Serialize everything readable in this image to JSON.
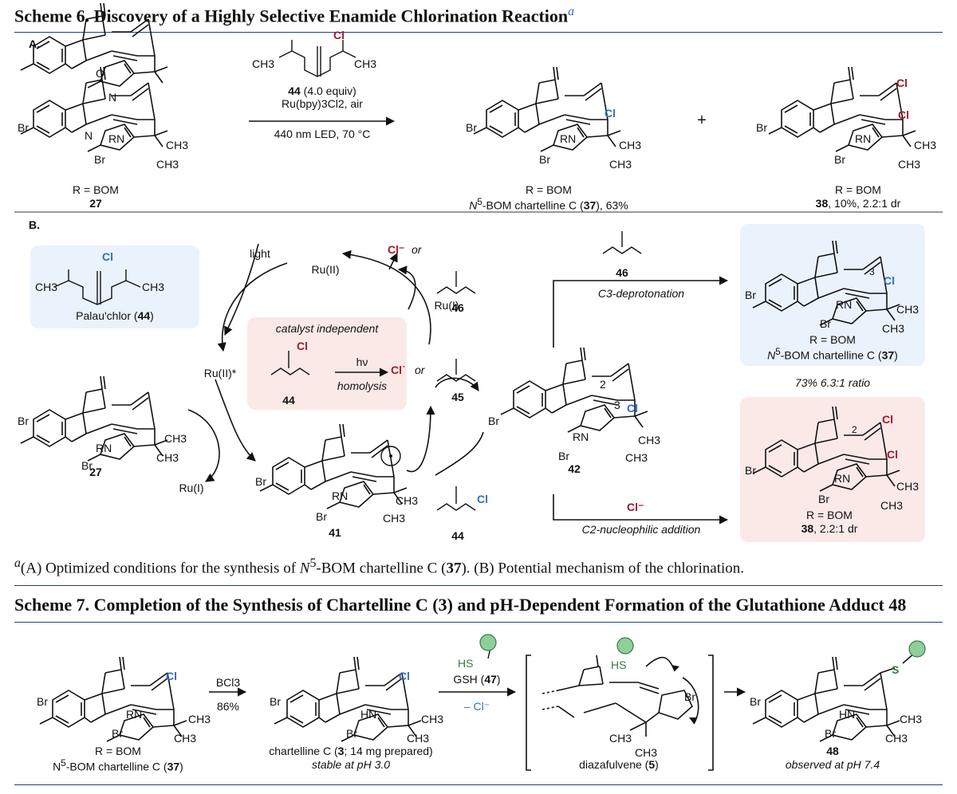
{
  "scheme6": {
    "title": "Scheme 6. Discovery of a Highly Selective Enamide Chlorination Reaction",
    "title_sup": "a",
    "panelA": "A.",
    "panelB": "B.",
    "a_start_label": "R = BOM",
    "a_start_num": "27",
    "a_reagent_num": "44",
    "a_reagent_equiv": " (4.0 equiv)",
    "a_catalyst": "Ru(bpy)3Cl2, air",
    "a_conditions": "440 nm LED, 70 °C",
    "a_product1_r": "R = BOM",
    "a_product1_name_prefix": "N",
    "a_product1_name_sup": "5",
    "a_product1_name": "-BOM chartelline C (",
    "a_product1_num": "37",
    "a_product1_yield": "), 63%",
    "plus": "+",
    "a_product2_r": "R = BOM",
    "a_product2_num": "38",
    "a_product2_yield": ", 10%, 2.2:1 dr",
    "b_palau_label": "Palau'chlor (",
    "b_palau_num": "44",
    "b_light": "light",
    "b_ru2": "Ru(II)",
    "b_ru2star": "Ru(II)*",
    "b_ru1_top": "Ru(I)",
    "b_ru1_bottom": "Ru(I)",
    "b_cl_minus": "Cl⁻",
    "b_or1": "or",
    "b_num46_top": "46",
    "b_catalyst_independent": "catalyst independent",
    "b_hv": "hν",
    "b_homolysis": "homolysis",
    "b_num44_box": "44",
    "b_cl_radical": "Cl˙",
    "b_or2": "or",
    "b_num45": "45",
    "b_num27": "27",
    "b_num41": "41",
    "b_num42": "42",
    "b_num44_bottom": "44",
    "b_num46_right": "46",
    "b_c3_deprotonation": "C3-deprotonation",
    "b_c2_addition": "C2-nucleophilic addition",
    "b_cl_minus_arrow": "Cl⁻",
    "b_ratio": "73% 6.3:1 ratio",
    "b_top_product_r": "R = BOM",
    "b_top_product_prefix": "N",
    "b_top_product_sup": "5",
    "b_top_product_name": "-BOM chartelline C (",
    "b_top_product_num": "37",
    "b_top_product_close": ")",
    "b_bottom_product_r": "R = BOM",
    "b_bottom_product_num": "38",
    "b_bottom_product_dr": ", 2.2:1 dr",
    "footnote_sup": "a",
    "footnote_text1": "(A) Optimized conditions for the synthesis of ",
    "footnote_n": "N",
    "footnote_n_sup": "5",
    "footnote_text2": "-BOM chartelline C (",
    "footnote_num": "37",
    "footnote_text3": "). (B) Potential mechanism of the chlorination."
  },
  "scheme7": {
    "title": "Scheme 7. Completion of the Synthesis of Chartelline C (3) and pH-Dependent Formation of the Glutathione Adduct 48",
    "s1_r": "R = BOM",
    "s1_name_prefix": "N",
    "s1_name_sup": "5",
    "s1_name": "-BOM chartelline C (",
    "s1_num": "37",
    "s1_close": ")",
    "reagent1": "BCl3",
    "yield1": "86%",
    "s2_name": "chartelline C (",
    "s2_num": "3",
    "s2_prep": "; 14 mg prepared)",
    "s2_stable": "stable at pH 3.0",
    "gsh": "GSH (",
    "gsh_num": "47",
    "gsh_close": ")",
    "minus_cl": "– Cl⁻",
    "s3_name": "diazafulvene (",
    "s3_num": "5",
    "s3_close": ")",
    "s4_num": "48",
    "s4_obs": "observed at pH 7.4"
  },
  "atoms": {
    "br": "Br",
    "n": "N",
    "o": "O",
    "cl": "Cl",
    "ch3": "CH3",
    "rn": "RN",
    "hn": "HN",
    "h": "H",
    "r": "R",
    "s": "S",
    "hs": "HS",
    "two": "2",
    "three": "3"
  },
  "colors": {
    "title_rule": "#1f3d8a",
    "cl_blue": "#2f6fc4",
    "cl_red": "#a3172b",
    "box_blue": "#eaf2fb",
    "box_pink": "#fbe9e8",
    "thiol_green": "#8fd09a"
  }
}
